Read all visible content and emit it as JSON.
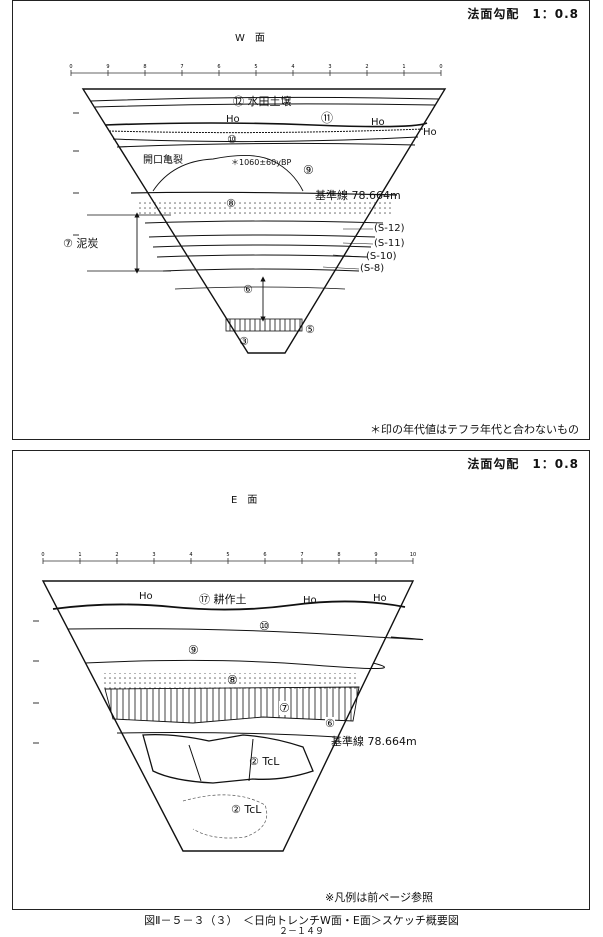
{
  "w_panel": {
    "slope_label": "法面勾配　1：0.8",
    "face_title": "W　面",
    "ruler_ticks": [
      "0",
      "9",
      "8",
      "7",
      "6",
      "5",
      "4",
      "3",
      "2",
      "1",
      "0"
    ],
    "layers": {
      "l12": "⑫ 水田土壌",
      "l11": "⑪",
      "l10": "⑩",
      "l9": "⑨",
      "l8": "⑧",
      "l7": "⑦ 泥炭",
      "l6": "⑥",
      "l5": "⑤",
      "l3": "③"
    },
    "ho_labels": [
      "Ho",
      "Ho",
      "Ho"
    ],
    "crack_label": "開口亀裂",
    "date_label": "＊1060±60yBP",
    "baseline_label": "基準線 78.664m",
    "tephra_labels": [
      "(S-12)",
      "(S-11)",
      "(S-10)",
      "(S-8)"
    ],
    "footnote": "＊印の年代値はテフラ年代と合わないもの"
  },
  "e_panel": {
    "slope_label": "法面勾配　1：0.8",
    "face_title": "E　面",
    "ruler_ticks": [
      "0",
      "1",
      "2",
      "3",
      "4",
      "5",
      "6",
      "7",
      "8",
      "9",
      "10"
    ],
    "layers": {
      "l17": "⑰ 耕作土",
      "l10": "⑩",
      "l9": "⑨",
      "l8": "⑧",
      "l7": "⑦",
      "l6": "⑥",
      "l2a": "② TcL",
      "l2b": "② TcL"
    },
    "ho_labels": [
      "Ho",
      "Ho",
      "Ho"
    ],
    "baseline_label": "基準線 78.664m",
    "footnote": "※凡例は前ページ参照"
  },
  "caption": {
    "title": "図Ⅱ－５－３（３）　＜日向トレンチW面・E面＞スケッチ概要図",
    "page": "２－１４９"
  }
}
